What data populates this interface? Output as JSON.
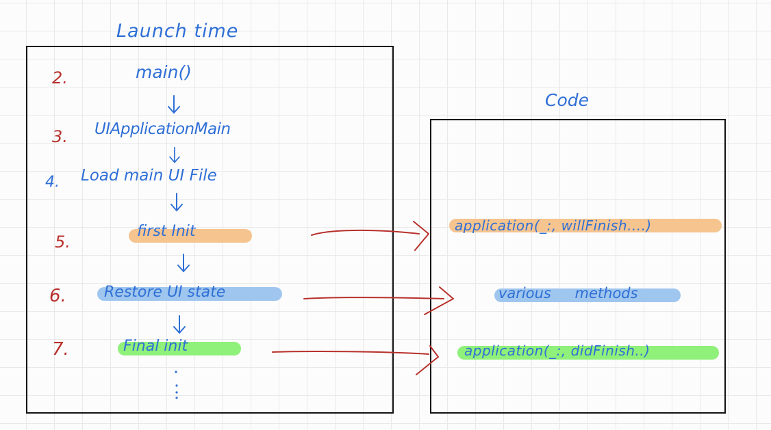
{
  "launch": {
    "title": "Launch time",
    "steps": [
      {
        "num": "2.",
        "label": "main()"
      },
      {
        "num": "3.",
        "label": "UIApplicationMain"
      },
      {
        "num": "4.",
        "label": "Load main UI File"
      },
      {
        "num": "5.",
        "label": "first Init"
      },
      {
        "num": "6.",
        "label": "Restore UI state"
      },
      {
        "num": "7.",
        "label": "Final init"
      }
    ]
  },
  "code": {
    "title": "Code",
    "items": [
      {
        "label": "application(_:, willFinish....)"
      },
      {
        "label": "various methods"
      },
      {
        "label": "application(_:, didFinish..)"
      }
    ]
  },
  "colors": {
    "ink_blue": "#2f6fd6",
    "ink_red": "#b8302b",
    "highlight_orange": "#f5c48f",
    "highlight_blue": "#9fc6ee",
    "highlight_green": "#8ff07a",
    "arrow_red": "#b8302b"
  }
}
